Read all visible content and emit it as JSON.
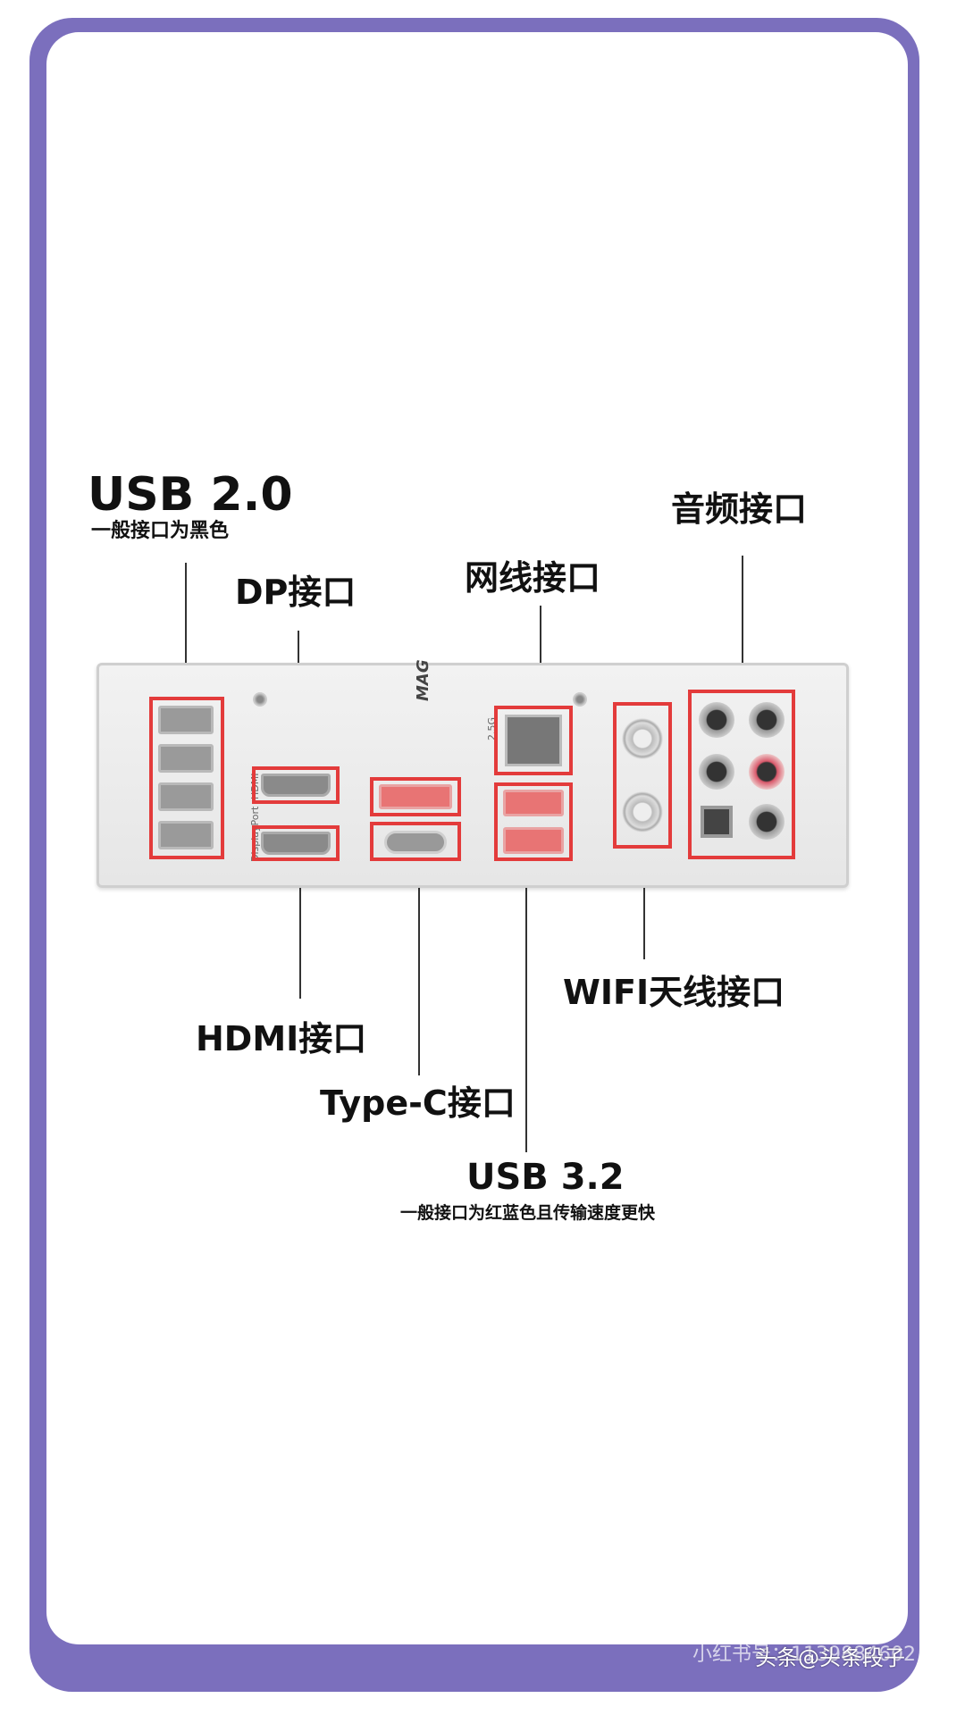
{
  "labels": {
    "usb20_title": "USB 2.0",
    "usb20_sub": "一般接口为黑色",
    "dp": "DP接口",
    "ethernet": "网线接口",
    "audio": "音频接口",
    "hdmi": "HDMI接口",
    "typec": "Type-C接口",
    "usb32_title": "USB 3.2",
    "usb32_sub": "一般接口为红蓝色且传输速度更快",
    "wifi": "WIFI天线接口"
  },
  "panel": {
    "brand": "MAG",
    "lan_speed": "2.5G",
    "hdmi_text": "HDMI",
    "dp_text": "DisplayPort"
  },
  "watermark": {
    "platform": "小红书号：1139884602",
    "source": "头条@头条段子"
  },
  "colors": {
    "frame": "#7b6fbd",
    "highlight": "#e33b3b"
  }
}
